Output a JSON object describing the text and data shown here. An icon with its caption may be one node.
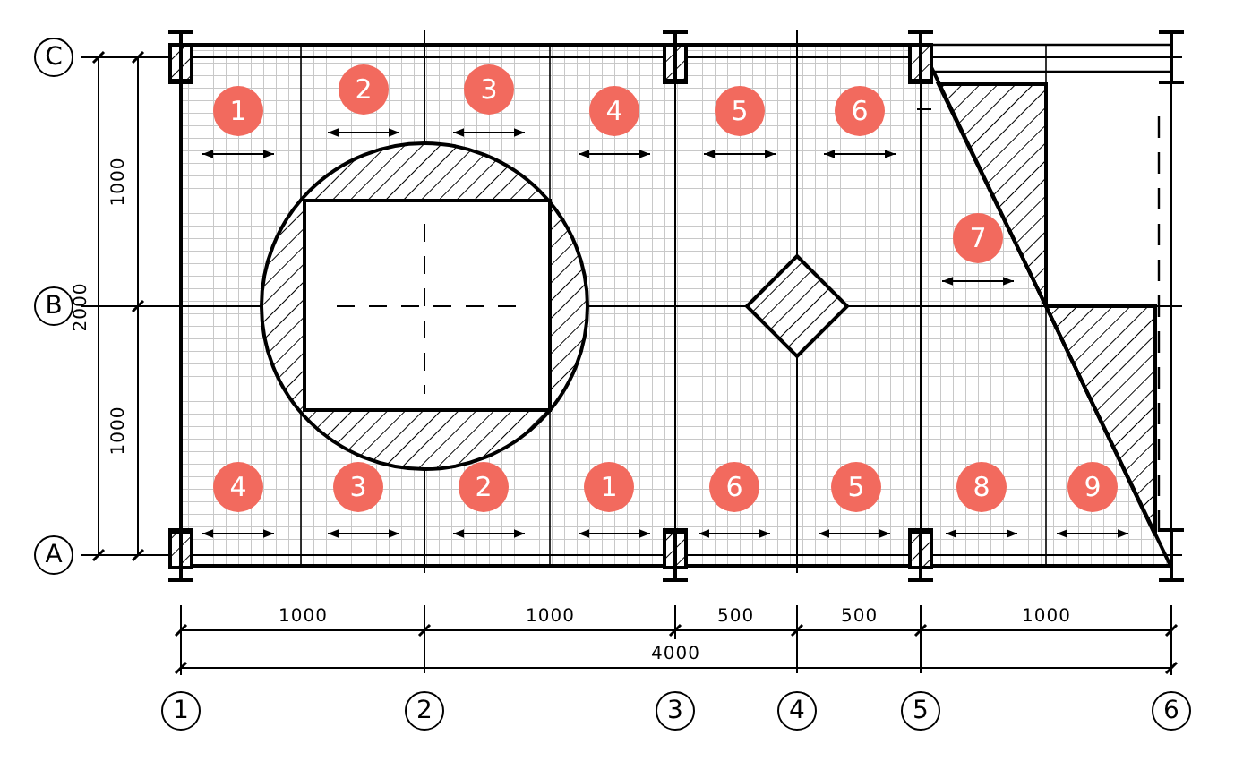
{
  "diagram": {
    "nodes": [
      {
        "text": [
          "C"
        ]
      },
      {
        "text": [
          "1"
        ]
      },
      {
        "text": [
          "2"
        ]
      },
      {
        "text": [
          "3"
        ]
      },
      {
        "text": [
          "4"
        ]
      },
      {
        "text": [
          "5"
        ]
      },
      {
        "text": [
          "6"
        ]
      },
      {
        "text": [
          "7"
        ]
      },
      {
        "text": [
          "B"
        ]
      },
      {
        "text": [
          "4"
        ]
      },
      {
        "text": [
          "3"
        ]
      },
      {
        "text": [
          "2"
        ]
      },
      {
        "text": [
          "1"
        ]
      },
      {
        "text": [
          "6"
        ]
      },
      {
        "text": [
          "5"
        ]
      },
      {
        "text": [
          "8"
        ]
      },
      {
        "text": [
          "9"
        ]
      },
      {
        "text": [
          "A"
        ]
      },
      {
        "text": [
          "1"
        ]
      },
      {
        "text": [
          "2"
        ]
      },
      {
        "text": [
          "3"
        ]
      },
      {
        "text": [
          "4"
        ]
      },
      {
        "text": [
          "5"
        ]
      },
      {
        "text": [
          "6"
        ]
      }
    ],
    "labels": [
      "1000",
      "2000",
      "1000",
      "1000",
      "1000",
      "500",
      "500",
      "1000",
      "4000"
    ]
  }
}
